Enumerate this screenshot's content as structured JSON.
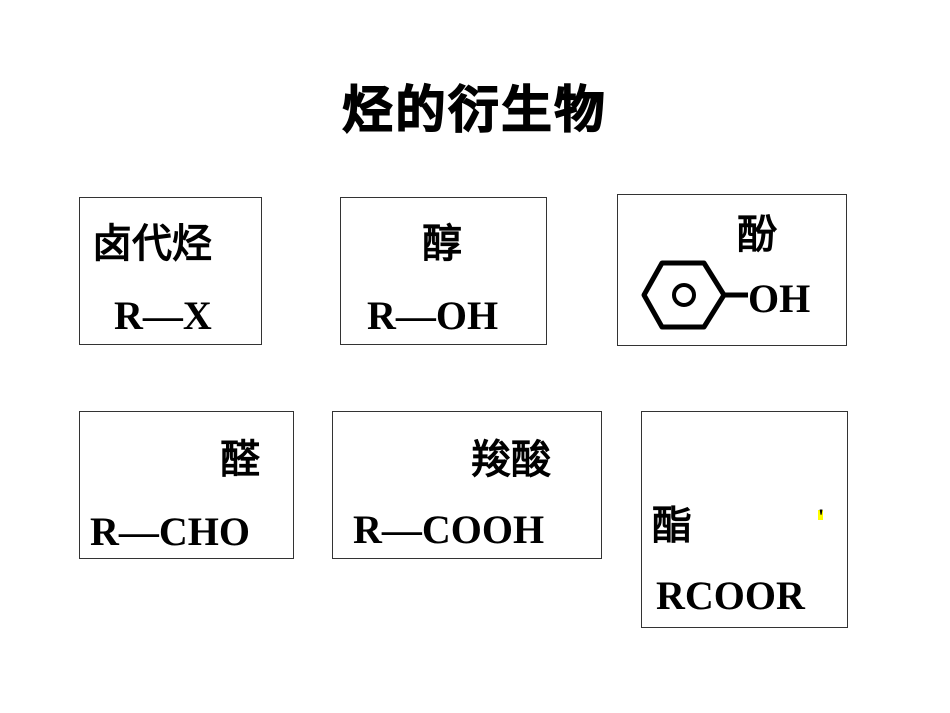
{
  "title": "烃的衍生物",
  "cards": {
    "haloalkane": {
      "name": "卤代烃",
      "formula": "R—X"
    },
    "alcohol": {
      "name": "醇",
      "formula": "R—OH"
    },
    "phenol": {
      "name": "酚",
      "formula": "OH",
      "icon": "benzene-ring-icon"
    },
    "aldehyde": {
      "name": "醛",
      "formula": "R—CHO"
    },
    "carboxylic_acid": {
      "name": "羧酸",
      "formula": "R—COOH"
    },
    "ester": {
      "name": "酯",
      "formula": "RCOOR",
      "prime": "'"
    }
  },
  "colors": {
    "text": "#000000",
    "border": "#333333",
    "highlight": "#ffff00"
  }
}
